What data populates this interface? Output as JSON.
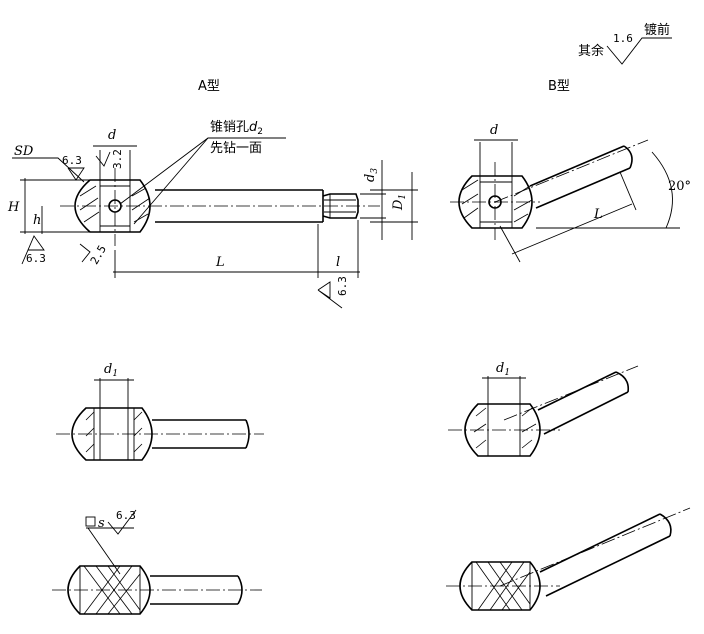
{
  "type_a_label": "A型",
  "type_b_label": "B型",
  "roughness_note": {
    "prefix": "其余",
    "value": "1.6",
    "treatment": "镀前"
  },
  "annotation_a": {
    "line1": "锥销孔",
    "d2_sym": "d",
    "d2_sub": "2",
    "line2": "先钻一面"
  },
  "dims": {
    "d": "d",
    "d1": "d",
    "d1_sub": "1",
    "d3": "d",
    "d3_sub": "3",
    "D1": "D",
    "D1_sub": "1",
    "H": "H",
    "h": "h",
    "L": "L",
    "l": "l",
    "SD": "SD",
    "s": "s",
    "angle": "20°"
  },
  "roughness_values": {
    "r63": "6.3",
    "r32": "3.2",
    "r25": "2.5"
  }
}
